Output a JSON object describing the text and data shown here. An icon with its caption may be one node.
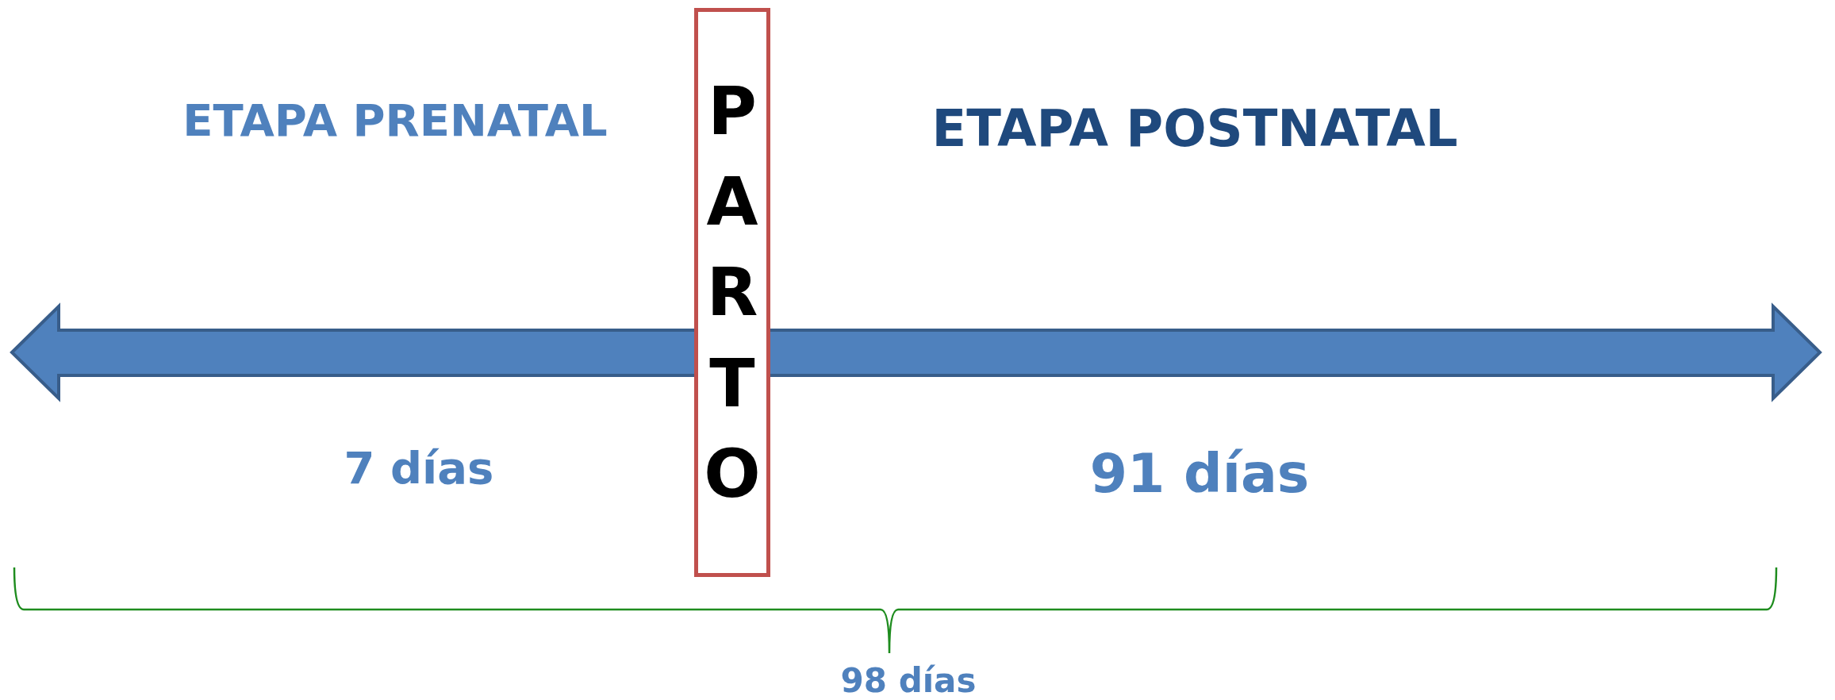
{
  "diagram": {
    "nodes": [
      {
        "text": [
          "PARTO"
        ]
      }
    ],
    "labels": [
      "ETAPA PRENATAL",
      "ETAPA POSTNATAL",
      "7 días",
      "91 días",
      "98 días"
    ]
  }
}
